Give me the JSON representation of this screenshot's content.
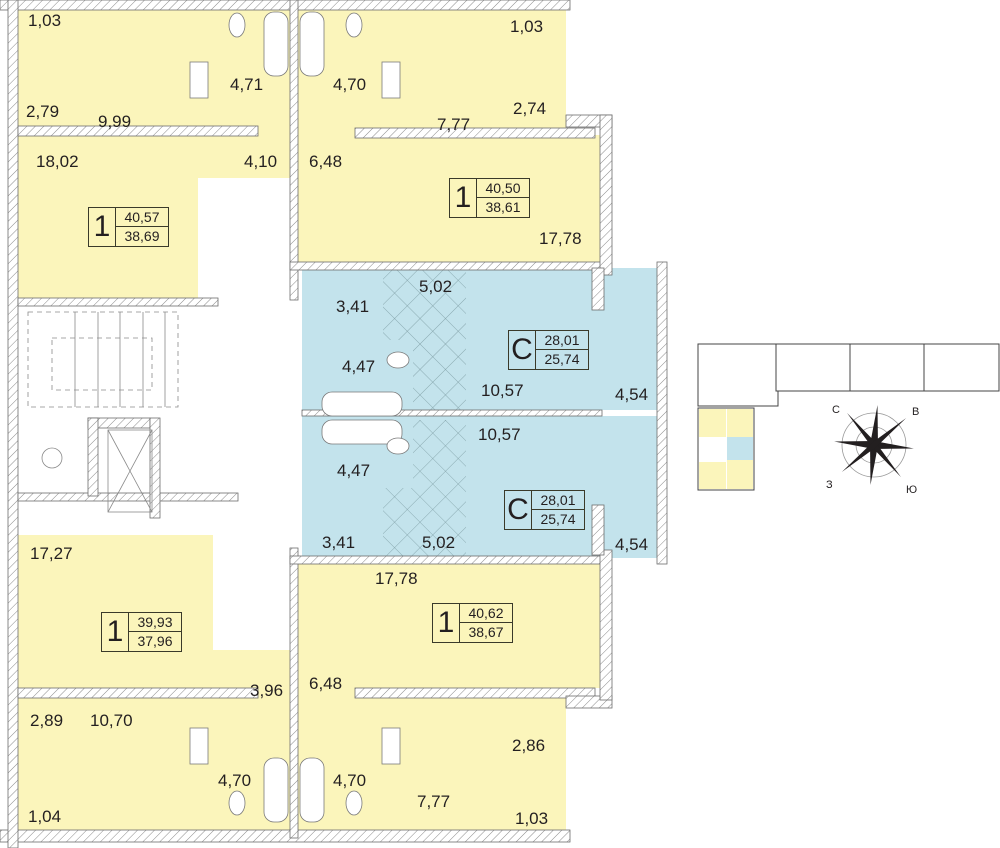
{
  "colors": {
    "one_room": "#fbf5bb",
    "studio": "#c3e3ec",
    "wall_hatch": "#9a9a9a",
    "common_area": "#ffffff",
    "line": "#6d6d6d"
  },
  "apartments": [
    {
      "id": "apt-top-left",
      "type": "1",
      "total_area": "40,57",
      "living_area": "38,69",
      "rooms": {
        "balcony": "1,03",
        "wardrobe": "2,79",
        "kitchen": "9,99",
        "living": "18,02",
        "bathroom": "4,71",
        "hall": "4,10"
      }
    },
    {
      "id": "apt-top-right",
      "type": "1",
      "total_area": "40,50",
      "living_area": "38,61",
      "rooms": {
        "balcony": "1,03",
        "wardrobe": "2,74",
        "kitchen": "7,77",
        "living": "17,78",
        "bathroom": "4,70",
        "hall": "6,48"
      }
    },
    {
      "id": "apt-studio-upper",
      "type": "С",
      "total_area": "28,01",
      "living_area": "25,74",
      "rooms": {
        "hall": "3,41",
        "kitchen_zone": "5,02",
        "bathroom": "4,47",
        "living": "10,57",
        "loggia": "4,54"
      }
    },
    {
      "id": "apt-studio-lower",
      "type": "С",
      "total_area": "28,01",
      "living_area": "25,74",
      "rooms": {
        "hall": "3,41",
        "kitchen_zone": "5,02",
        "bathroom": "4,47",
        "living": "10,57",
        "loggia": "4,54"
      }
    },
    {
      "id": "apt-bottom-left",
      "type": "1",
      "total_area": "39,93",
      "living_area": "37,96",
      "rooms": {
        "living": "17,27",
        "wardrobe": "2,89",
        "kitchen": "10,70",
        "balcony": "1,04",
        "bathroom": "4,70",
        "hall": "3,96"
      }
    },
    {
      "id": "apt-bottom-right",
      "type": "1",
      "total_area": "40,62",
      "living_area": "38,67",
      "rooms": {
        "living": "17,78",
        "hall": "6,48",
        "bathroom": "4,70",
        "kitchen": "7,77",
        "wardrobe": "2,86",
        "balcony": "1,03"
      }
    }
  ],
  "compass": {
    "north": "С",
    "east": "В",
    "south": "Ю",
    "west": "З"
  }
}
